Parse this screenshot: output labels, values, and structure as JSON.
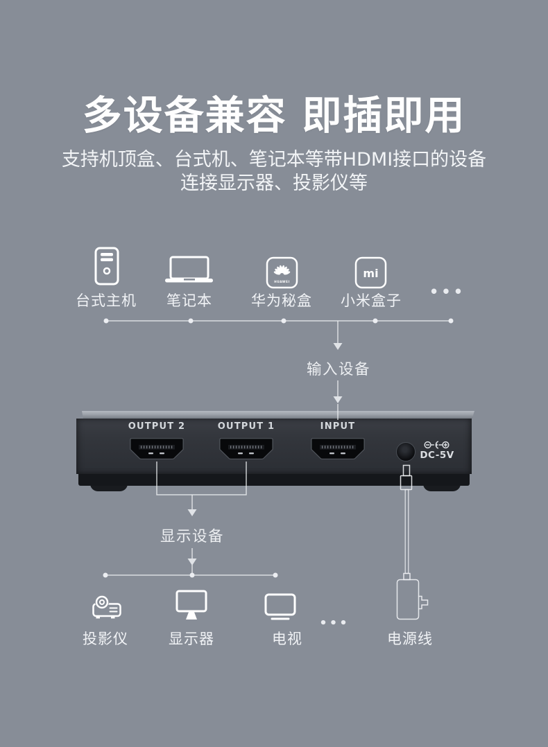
{
  "colors": {
    "background": "#878D97",
    "title_text": "#FEFEFE",
    "diagram_line": "#EDEFF2",
    "device_body": "#33363C",
    "device_top": "#A9AEB6",
    "device_bottom": "#15171B"
  },
  "header": {
    "title": "多设备兼容 即插即用",
    "subtitle_line1": "支持机顶盒、台式机、笔记本等带HDMI接口的设备",
    "subtitle_line2": "连接显示器、投影仪等"
  },
  "inputs": {
    "group_label": "输入设备",
    "more_indicator": "•••",
    "devices": [
      {
        "label": "台式主机",
        "icon": "desktop-tower-icon"
      },
      {
        "label": "笔记本",
        "icon": "laptop-icon"
      },
      {
        "label": "华为秘盒",
        "icon": "huawei-box-icon",
        "logo_text": "HUAWEI"
      },
      {
        "label": "小米盒子",
        "icon": "mi-box-icon",
        "logo_text": "mi"
      }
    ]
  },
  "switcher": {
    "port_labels": [
      "OUTPUT 2",
      "OUTPUT 1",
      "INPUT"
    ],
    "dc_label": "DC-5V"
  },
  "outputs": {
    "group_label": "显示设备",
    "more_indicator": "•••",
    "power_label": "电源线",
    "devices": [
      {
        "label": "投影仪",
        "icon": "projector-icon"
      },
      {
        "label": "显示器",
        "icon": "monitor-icon"
      },
      {
        "label": "电视",
        "icon": "tv-icon"
      }
    ]
  }
}
